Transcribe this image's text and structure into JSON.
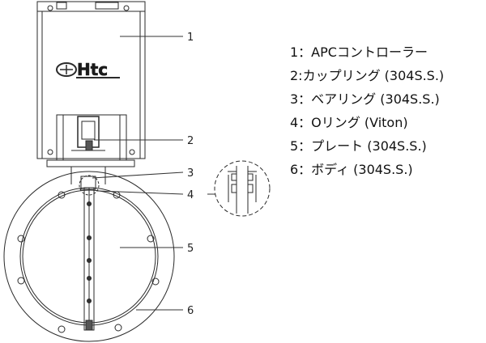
{
  "drawing": {
    "logo_text": "Htc",
    "callouts": [
      "1",
      "2",
      "3",
      "4",
      "5",
      "6"
    ]
  },
  "legend": [
    "1：APCコントローラー",
    "2:カップリング (304S.S.)",
    "3：ベアリング (304S.S.)",
    "4：Oリング (Viton)",
    "5：プレート (304S.S.)",
    "6：ボディ (304S.S.)"
  ]
}
